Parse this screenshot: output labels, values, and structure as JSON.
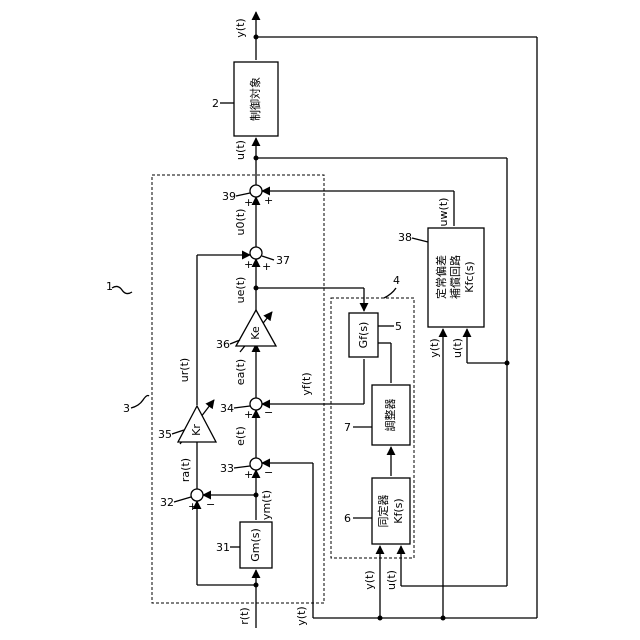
{
  "blocks": {
    "plant": "制御対象",
    "gm": "Gm(s)",
    "gf": "Gf(s)",
    "identifier": "同定器",
    "identifier_tf": "Kf(s)",
    "adjuster": "調整器",
    "comp_line1": "定常偏差",
    "comp_line2": "補償回路",
    "comp_tf": "Kfc(s)",
    "kr": "Kr",
    "ke": "Ke"
  },
  "signals": {
    "y_top": "y(t)",
    "u_plant": "u(t)",
    "u0": "u0(t)",
    "ue": "ue(t)",
    "ur": "ur(t)",
    "ea": "ea(t)",
    "e": "e(t)",
    "ra": "ra(t)",
    "ym": "ym(t)",
    "yf": "yf(t)",
    "uw": "uw(t)",
    "r_in": "r(t)",
    "y_left": "y(t)",
    "y_id": "y(t)",
    "u_id": "u(t)",
    "y_comp": "y(t)",
    "u_comp": "u(t)"
  },
  "refs": {
    "r1": "1",
    "r2": "2",
    "r3": "3",
    "r4": "4",
    "r5": "5",
    "r6": "6",
    "r7": "7",
    "r31": "31",
    "r32": "32",
    "r33": "33",
    "r34": "34",
    "r35": "35",
    "r36": "36",
    "r37": "37",
    "r38": "38",
    "r39": "39"
  },
  "signs": {
    "plus": "+",
    "minus": "−"
  }
}
